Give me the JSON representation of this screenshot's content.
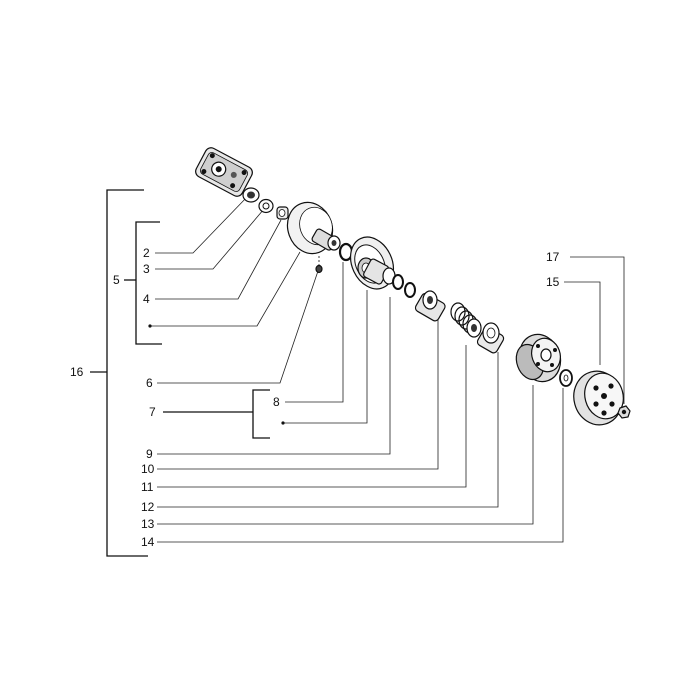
{
  "callouts": {
    "n2": "2",
    "n3": "3",
    "n4": "4",
    "n5": "5",
    "n6": "6",
    "n7": "7",
    "n8": "8",
    "n9": "9",
    "n10": "10",
    "n11": "11",
    "n12": "12",
    "n13": "13",
    "n14": "14",
    "n15": "15",
    "n16": "16",
    "n17": "17"
  },
  "colors": {
    "ink": "#111111",
    "background": "#ffffff"
  }
}
